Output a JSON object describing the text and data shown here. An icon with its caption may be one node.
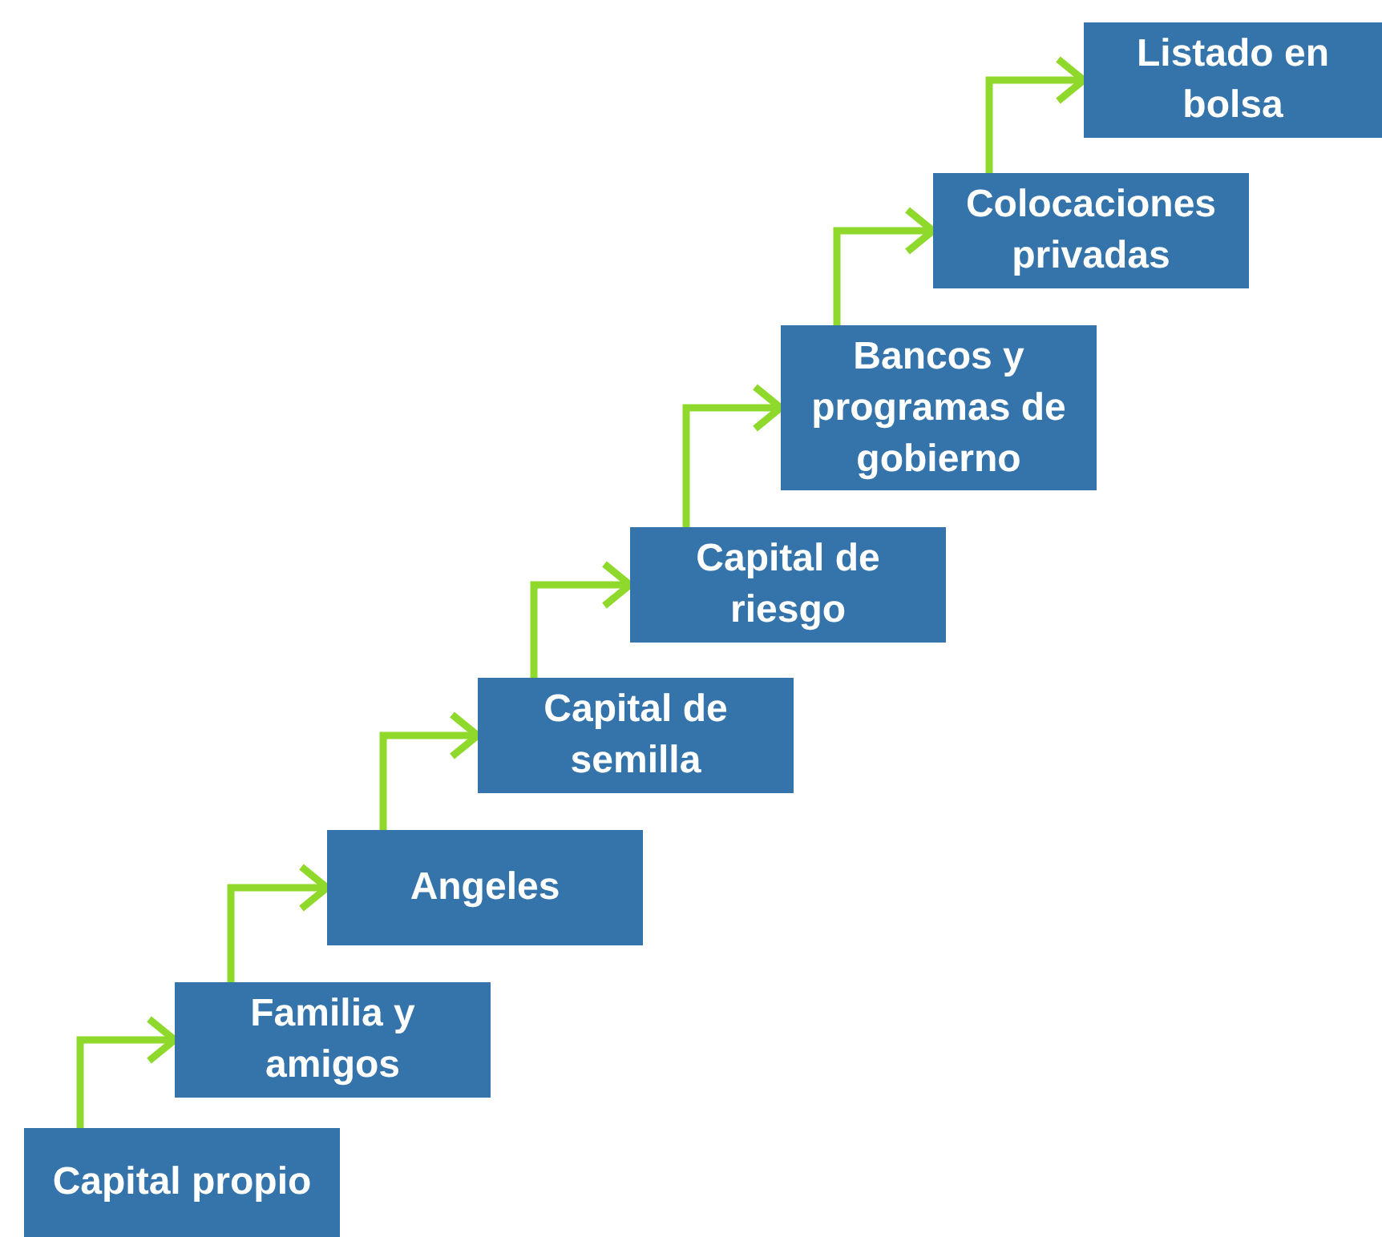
{
  "diagram": {
    "nodes": [
      {
        "text": [
          "Capital propio"
        ]
      },
      {
        "text": [
          "Familia y amigos"
        ]
      },
      {
        "text": [
          "Angeles"
        ]
      },
      {
        "text": [
          "Capital de semilla"
        ]
      },
      {
        "text": [
          "Capital de riesgo"
        ]
      },
      {
        "text": [
          "Bancos y programas de gobierno"
        ]
      },
      {
        "text": [
          "Colocaciones privadas"
        ]
      },
      {
        "text": [
          "Listado en bolsa"
        ]
      }
    ],
    "edges": [
      {
        "from": 0,
        "to": 1,
        "arrow": "to"
      },
      {
        "from": 1,
        "to": 2,
        "arrow": "to"
      },
      {
        "from": 2,
        "to": 3,
        "arrow": "to"
      },
      {
        "from": 3,
        "to": 4,
        "arrow": "to"
      },
      {
        "from": 4,
        "to": 5,
        "arrow": "to"
      },
      {
        "from": 5,
        "to": 6,
        "arrow": "to"
      },
      {
        "from": 6,
        "to": 7,
        "arrow": "to"
      }
    ]
  }
}
